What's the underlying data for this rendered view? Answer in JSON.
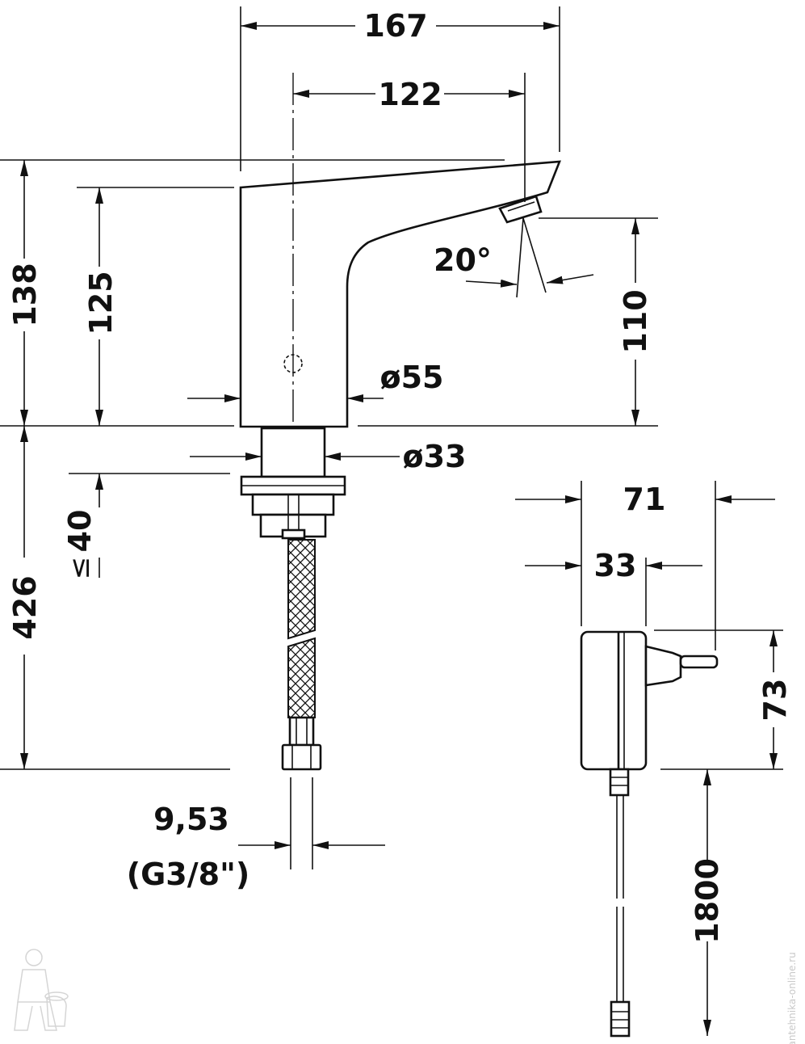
{
  "dimensions": {
    "width_total": "167",
    "width_spout": "122",
    "height_total": "138",
    "height_body": "125",
    "height_outlet": "110",
    "spray_angle": "20°",
    "dia_body": "ø55",
    "dia_shank": "ø33",
    "worktop_max": "40",
    "worktop_symbol": "≤",
    "hose_length": "426",
    "connection_size": "9,53",
    "connection_thread": "(G3/8\")",
    "adapter_width": "71",
    "adapter_body": "33",
    "adapter_height": "73",
    "cable_length": "1800"
  },
  "watermark": {
    "text": "santehnika-online.ru",
    "icon": "plumber-mascot-icon"
  }
}
